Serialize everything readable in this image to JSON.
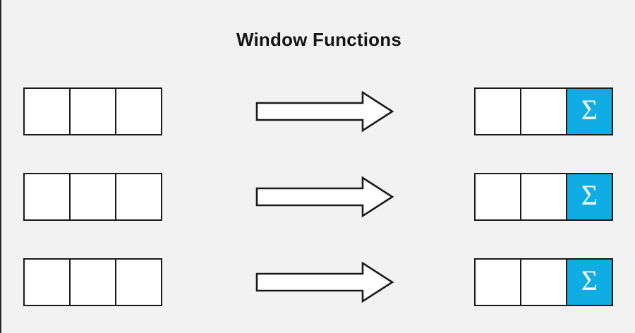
{
  "title": "Window Functions",
  "canvas": {
    "background_color": "#F2F2F2",
    "accent_color": "#0FADE4",
    "outline_color": "#1A1A1A",
    "cell_fill_color": "#FFFFFF"
  },
  "symbols": {
    "aggregate": "Σ",
    "arrow": "arrow-right"
  },
  "rows": [
    {
      "id": "row-1",
      "input": {
        "cells": [
          "",
          "",
          ""
        ]
      },
      "transform": {
        "icon": "arrow-right-icon",
        "label": ""
      },
      "output": {
        "cells": [
          "",
          ""
        ],
        "aggregate_cell": {
          "label": "Σ",
          "highlighted": true
        }
      }
    },
    {
      "id": "row-2",
      "input": {
        "cells": [
          "",
          "",
          ""
        ]
      },
      "transform": {
        "icon": "arrow-right-icon",
        "label": ""
      },
      "output": {
        "cells": [
          "",
          ""
        ],
        "aggregate_cell": {
          "label": "Σ",
          "highlighted": true
        }
      }
    },
    {
      "id": "row-3",
      "input": {
        "cells": [
          "",
          "",
          ""
        ]
      },
      "transform": {
        "icon": "arrow-right-icon",
        "label": ""
      },
      "output": {
        "cells": [
          "",
          ""
        ],
        "aggregate_cell": {
          "label": "Σ",
          "highlighted": true
        }
      }
    }
  ]
}
